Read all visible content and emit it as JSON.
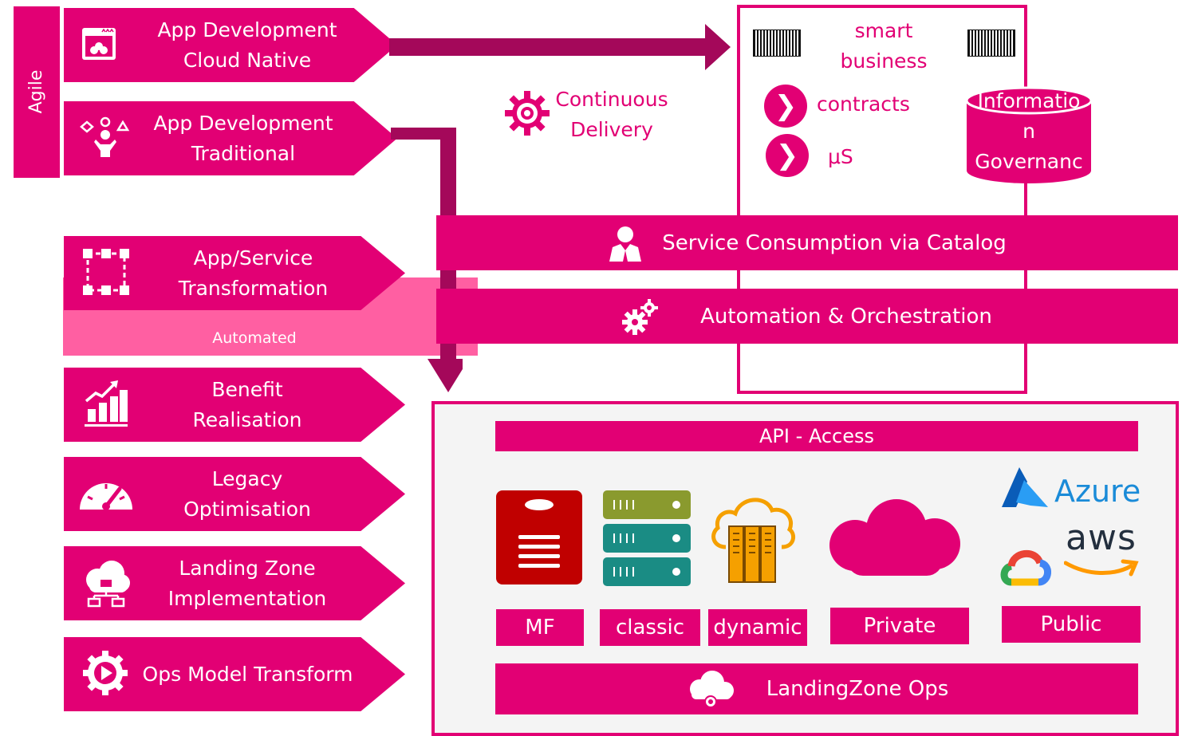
{
  "agile_label": "Agile",
  "chevrons": [
    {
      "label": "App Development\nCloud Native",
      "icon": "browser-window-icon"
    },
    {
      "label": "App Development\nTraditional",
      "icon": "person-juggling-shapes-icon"
    },
    {
      "label": "App/Service\nTransformation",
      "icon": "transform-frame-icon"
    },
    {
      "label": "Benefit\nRealisation",
      "icon": "bar-chart-growth-icon"
    },
    {
      "label": "Legacy\nOptimisation",
      "icon": "speedometer-icon"
    },
    {
      "label": "Landing Zone\nImplementation",
      "icon": "cloud-network-icon"
    },
    {
      "label": "Ops Model Transform",
      "icon": "gear-play-icon"
    }
  ],
  "automated_label": "Automated",
  "continuous_delivery": "Continuous\nDelivery",
  "smart_business": {
    "title": "smart\nbusiness",
    "contracts": "contracts",
    "micro_services": "μS",
    "info_governance": "Informatio\nn\nGovernanc"
  },
  "service_bar": "Service Consumption via Catalog",
  "automation_bar": "Automation & Orchestration",
  "platform": {
    "api_access": "API - Access",
    "labels": [
      "MF",
      "classic",
      "dynamic",
      "Private",
      "Public"
    ],
    "azure_label": "Azure",
    "aws_label": "aws",
    "landingzone_ops": "LandingZone Ops"
  },
  "colors": {
    "magenta": "#e20074",
    "dark_magenta": "#a4085a",
    "light_pink": "#ff5fa2",
    "mf_red": "#c00000",
    "server_green": "#8a9a2e",
    "server_teal": "#1a8c84",
    "orange": "#f5a000"
  }
}
